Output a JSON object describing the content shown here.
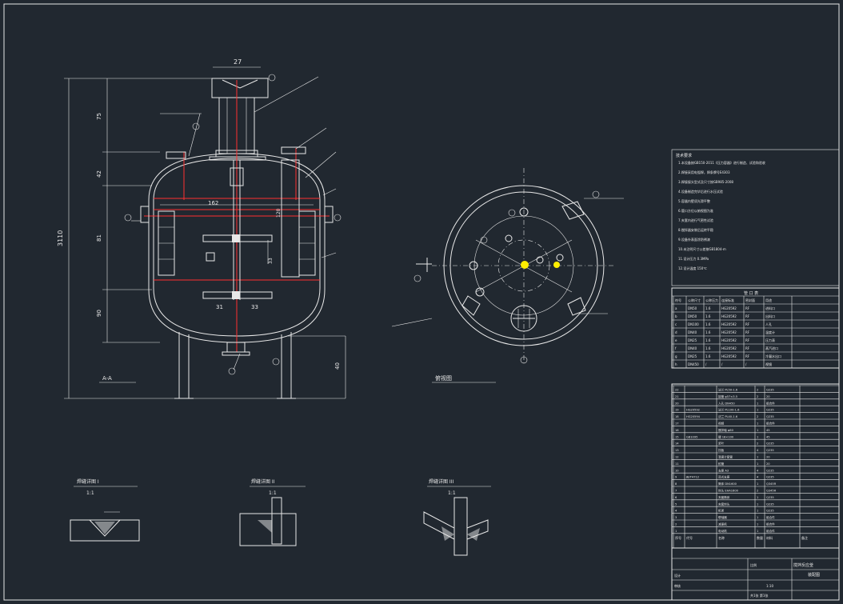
{
  "drawing": {
    "section_view_label": "A-A",
    "top_view_label": "俯视图",
    "detail_labels": [
      "焊缝详图 I",
      "焊缝详图 II",
      "焊缝详图 III"
    ],
    "detail_sublabels": [
      "1:1",
      "1:1",
      "1:1"
    ]
  },
  "dimensions": {
    "top": "27",
    "heights": [
      "75",
      "42",
      "81",
      "90",
      "40"
    ],
    "overall_height": "3110",
    "inner_width": "162",
    "paddle_a": "31",
    "paddle_b": "33",
    "coil_h": "120",
    "baffle_h": "33"
  },
  "tech_notes": {
    "heading": "技术要求",
    "lines": [
      "1.本设备按GB150-2011《压力容器》进行制造、试验和验收",
      "2.焊接采用电弧焊，焊条牌号E4303",
      "3.焊接接头型式及尺寸按GB985-2008",
      "4.设备制造完毕后进行水压试验",
      "5.容器内壁须光滑平整",
      "6.管口方位以俯视图为准",
      "7.夹套内进行气密性试验",
      "8.搅拌器安装后运转平稳",
      "9.设备外表面涂防锈漆",
      "10.未注明尺寸公差按GB1804-m",
      "11.设计压力 0.3MPa",
      "12.设计温度 150℃"
    ]
  },
  "nozzle_table": {
    "title": "管 口 表",
    "headers": [
      "符号",
      "公称尺寸",
      "公称压力",
      "连接标准",
      "密封面",
      "用途"
    ],
    "rows": [
      [
        "a",
        "DN50",
        "1.6",
        "HG20592",
        "RF",
        "进料口"
      ],
      [
        "b",
        "DN50",
        "1.6",
        "HG20592",
        "RF",
        "出料口"
      ],
      [
        "c",
        "DN100",
        "1.6",
        "HG20592",
        "RF",
        "人孔"
      ],
      [
        "d",
        "DN40",
        "1.6",
        "HG20592",
        "RF",
        "温度计"
      ],
      [
        "e",
        "DN25",
        "1.6",
        "HG20592",
        "RF",
        "压力表"
      ],
      [
        "f",
        "DN40",
        "1.6",
        "HG20592",
        "RF",
        "蒸汽进口"
      ],
      [
        "g",
        "DN25",
        "1.6",
        "HG20592",
        "RF",
        "冷凝水出口"
      ],
      [
        "h",
        "DN450",
        "/",
        "/",
        "/",
        "视镜"
      ]
    ]
  },
  "parts_list": {
    "headers": [
      "序号",
      "代号",
      "名称",
      "数量",
      "材料",
      "备注"
    ],
    "rows": [
      [
        "22",
        "",
        "法兰 PL50-1.6",
        "2",
        "Q235",
        ""
      ],
      [
        "21",
        "",
        "接管 φ57×3.5",
        "2",
        "20",
        ""
      ],
      [
        "20",
        "",
        "人孔 DN450",
        "1",
        "组合件",
        ""
      ],
      [
        "19",
        "HG20592",
        "法兰 PL100-1.6",
        "1",
        "Q235",
        ""
      ],
      [
        "18",
        "HG20594",
        "法兰 PL40-1.6",
        "2",
        "Q235",
        ""
      ],
      [
        "17",
        "",
        "视镜",
        "1",
        "组合件",
        ""
      ],
      [
        "16",
        "",
        "搅拌轴 φ60",
        "1",
        "45",
        ""
      ],
      [
        "15",
        "GB1095",
        "键 18×100",
        "1",
        "45",
        ""
      ],
      [
        "14",
        "",
        "浆叶",
        "2",
        "Q235",
        ""
      ],
      [
        "13",
        "",
        "挡板",
        "4",
        "Q235",
        ""
      ],
      [
        "12",
        "",
        "温度计套管",
        "1",
        "20",
        ""
      ],
      [
        "11",
        "",
        "蛇管",
        "1",
        "20",
        ""
      ],
      [
        "10",
        "",
        "支座 A3",
        "4",
        "Q235",
        ""
      ],
      [
        "9",
        "JB/T4712",
        "耳式支座",
        "4",
        "Q235",
        ""
      ],
      [
        "8",
        "",
        "筒体 DN1600",
        "1",
        "Q345R",
        ""
      ],
      [
        "7",
        "",
        "封头 EHA1600",
        "2",
        "Q345R",
        ""
      ],
      [
        "6",
        "",
        "夹套筒体",
        "1",
        "Q235",
        ""
      ],
      [
        "5",
        "",
        "夹套封头",
        "1",
        "Q235",
        ""
      ],
      [
        "4",
        "",
        "机架",
        "1",
        "Q235",
        ""
      ],
      [
        "3",
        "",
        "联轴器",
        "1",
        "组合件",
        ""
      ],
      [
        "2",
        "",
        "减速机",
        "1",
        "组合件",
        ""
      ],
      [
        "1",
        "",
        "电动机",
        "1",
        "组合件",
        ""
      ]
    ]
  },
  "title_block": {
    "project": "搅拌反应釜",
    "drawing_name": "装配图",
    "scale_label": "比例",
    "scale": "1:10",
    "sheet": "共1张 第1张",
    "designer": "设计",
    "checker": "审核"
  }
}
